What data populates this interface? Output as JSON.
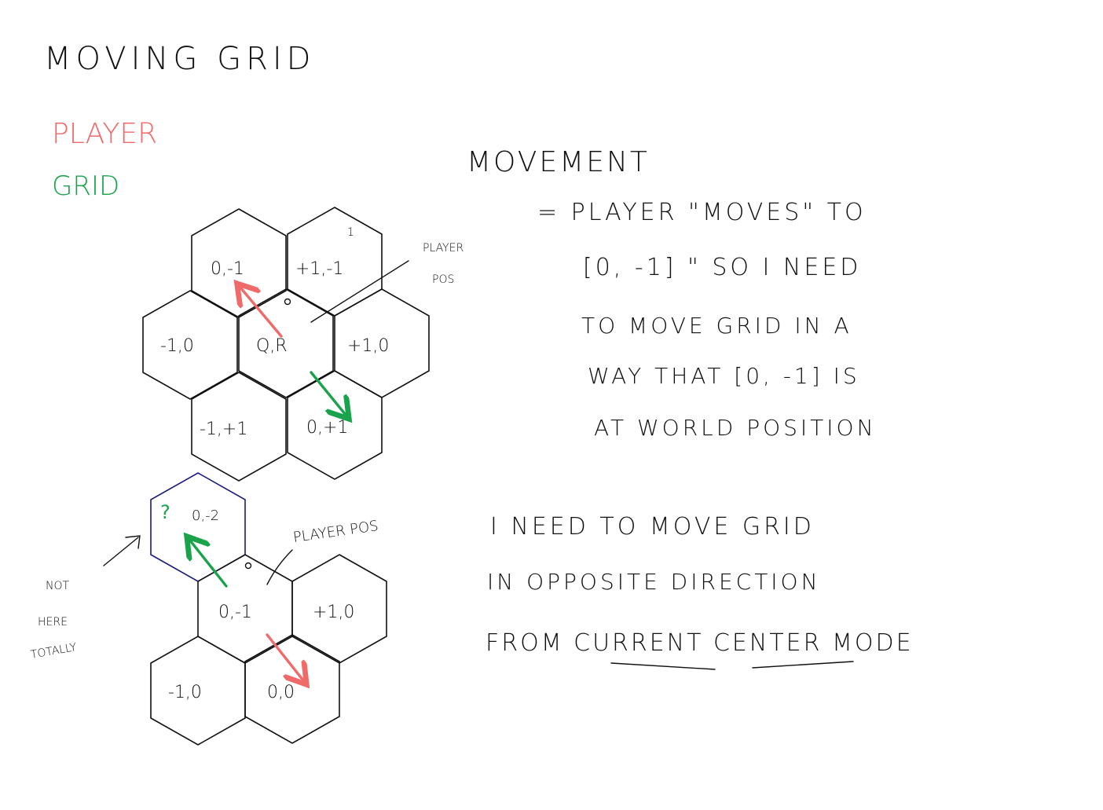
{
  "title": "MOVING GRID",
  "legend": {
    "player": {
      "label": "PLAYER",
      "color": "#f06a6a"
    },
    "grid": {
      "label": "GRID",
      "color": "#1aa34a"
    }
  },
  "diagram_top": {
    "cells": [
      "0,-1",
      "+1,-1",
      "-1,0",
      "Q,R",
      "+1,0",
      "-1,+1",
      "0,+1"
    ],
    "marker": "1",
    "player_pos": [
      "PLAYER",
      "POS"
    ]
  },
  "diagram_bottom": {
    "cells": [
      "0,-2",
      "0,-1",
      "+1,0",
      "-1,0",
      "0,0"
    ],
    "unknown_mark": "?",
    "player_pos": "PLAYER POS",
    "note": [
      "NOT",
      "HERE",
      "TOTALLY"
    ]
  },
  "text_movement": {
    "heading": "MOVEMENT",
    "lines": [
      "= PLAYER \"MOVES\" TO",
      "[0, -1] \" SO I NEED",
      "TO MOVE GRID IN A",
      "WAY THAT [0, -1] IS",
      "AT WORLD POSITION"
    ]
  },
  "text_need": {
    "lines": [
      "I NEED TO MOVE GRID",
      "IN OPPOSITE DIRECTION",
      "FROM CURRENT CENTER MODE"
    ]
  },
  "colors": {
    "ink": "#111111",
    "red": "#f06a6a",
    "green": "#1aa34a",
    "blue": "#1a1a7a"
  }
}
